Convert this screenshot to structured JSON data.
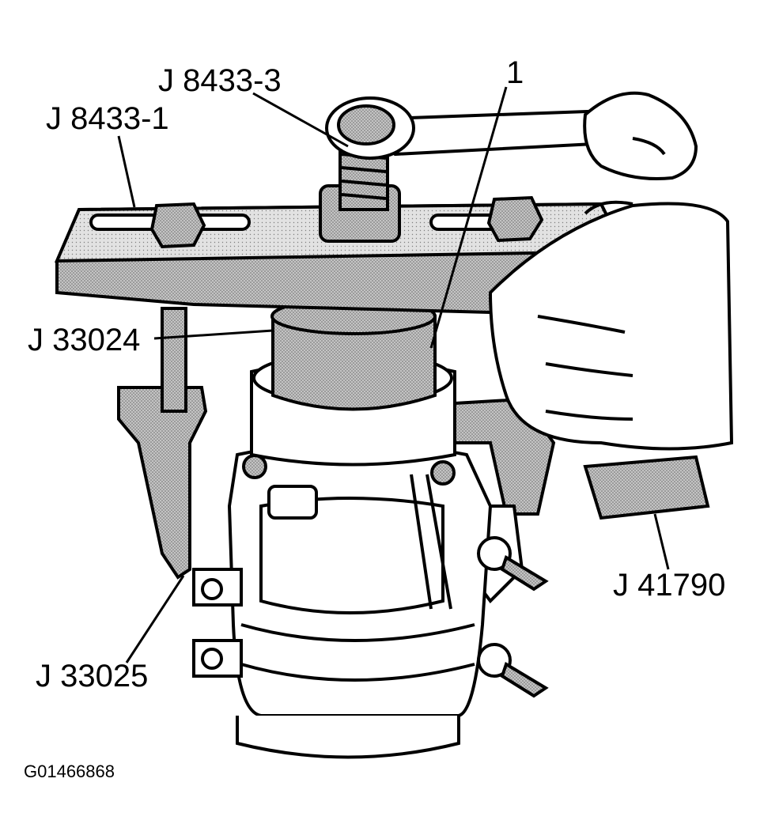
{
  "callouts": {
    "j8433_3": "J 8433-3",
    "j8433_1": "J 8433-1",
    "item_1": "1",
    "j33024": "J 33024",
    "j33025": "J 33025",
    "j41790": "J 41790"
  },
  "figure_id": "G01466868",
  "colors": {
    "line": "#000000",
    "shade": "#b8b8b8",
    "background": "#ffffff"
  }
}
